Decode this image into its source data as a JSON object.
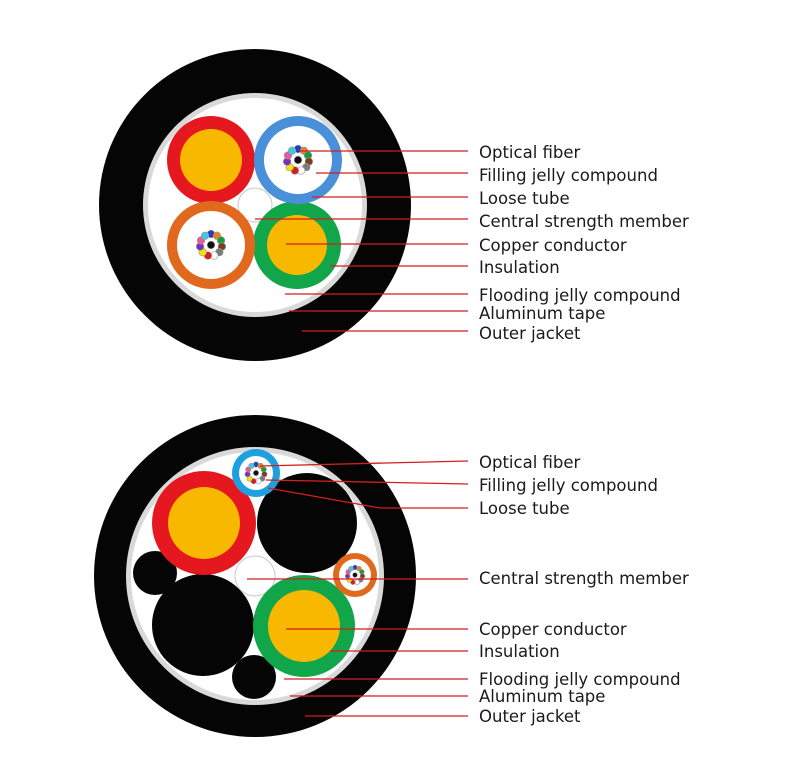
{
  "colors": {
    "jacket": "#050505",
    "aluminum_tape": "#d9d9d9",
    "flooding_jelly": "#ffffff",
    "copper": "#f9b800",
    "red_insulation": "#e5171f",
    "green_insulation": "#12a64b",
    "blue_tube": "#4a90d9",
    "orange_tube": "#e1691d",
    "leader": "#d21f1f",
    "fiber_colors": [
      "#1f3fbf",
      "#e8801c",
      "#1a9a3a",
      "#7a3d1e",
      "#7b7b7b",
      "#ffffff",
      "#d81b1b",
      "#111111",
      "#f2e400",
      "#7a2fbf",
      "#e8589a",
      "#40c8e0"
    ]
  },
  "diagram1": {
    "labels": {
      "optical_fiber": "Optical fiber",
      "filling_jelly": "Filling jelly compound",
      "loose_tube": "Loose tube",
      "central_strength": "Central strength member",
      "copper_conductor": "Copper conductor",
      "insulation": "Insulation",
      "flooding_jelly": "Flooding jelly compound",
      "aluminum_tape": "Aluminum tape",
      "outer_jacket": "Outer jacket"
    }
  },
  "diagram2": {
    "labels": {
      "optical_fiber": "Optical fiber",
      "filling_jelly": "Filling jelly compound",
      "loose_tube": "Loose tube",
      "central_strength": "Central strength member",
      "copper_conductor": "Copper conductor",
      "insulation": "Insulation",
      "flooding_jelly": "Flooding jelly compound",
      "aluminum_tape": "Aluminum tape",
      "outer_jacket": "Outer jacket"
    }
  }
}
